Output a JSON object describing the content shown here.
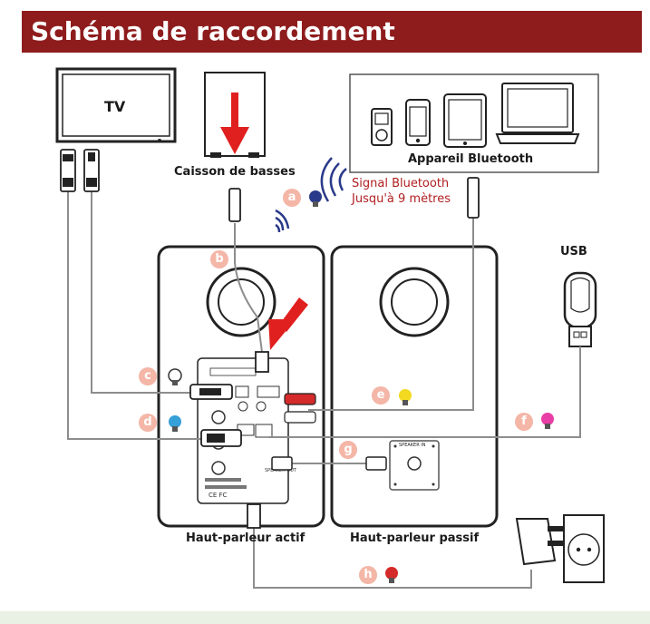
{
  "title": "Schéma de raccordement",
  "labels": {
    "tv": "TV",
    "subwoofer": "Caisson de basses",
    "bluetooth_device": "Appareil Bluetooth",
    "signal_line1": "Signal Bluetooth",
    "signal_line2": "Jusqu'à 9 mètres",
    "usb": "USB",
    "active_speaker": "Haut-parleur actif",
    "passive_speaker": "Haut-parleur passif",
    "speaker_in": "SPEAKER IN"
  },
  "badges": [
    "a",
    "b",
    "c",
    "d",
    "e",
    "f",
    "g",
    "h"
  ],
  "colors": {
    "title_bg": "#8e1c1d",
    "arrow_red": "#e0201f",
    "badge": "#f4b6a7",
    "signal_text": "#b01e21"
  }
}
